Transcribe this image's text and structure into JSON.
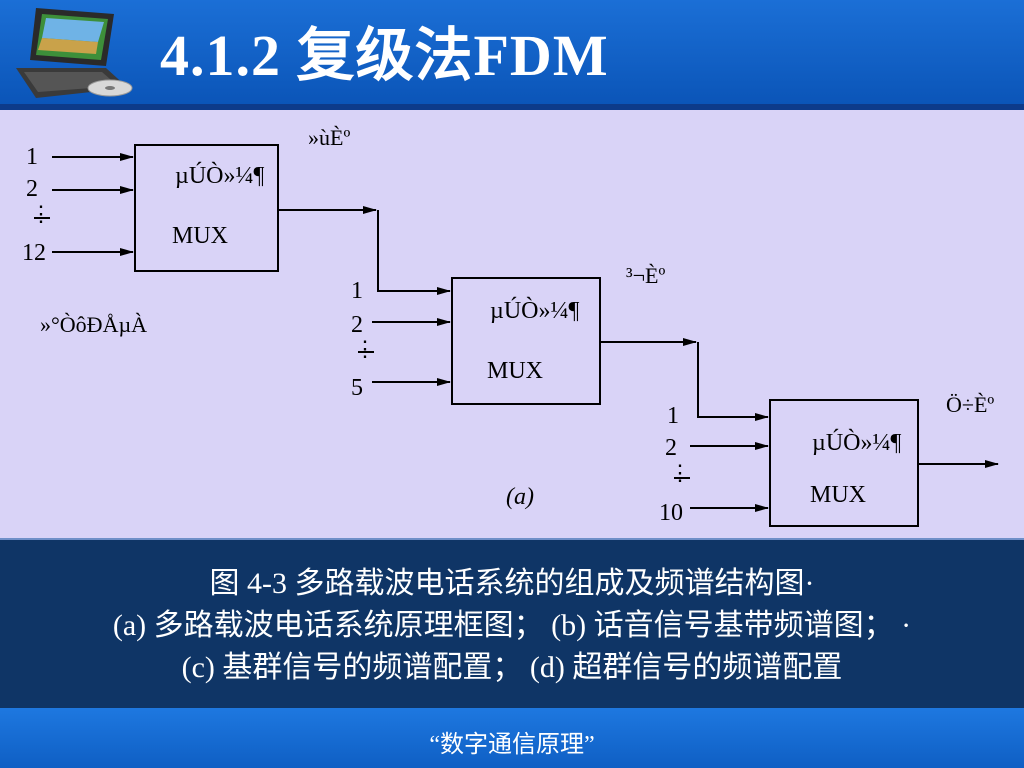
{
  "slide": {
    "title": "4.1.2 复级法FDM",
    "footer": "“数字通信原理”"
  },
  "diagram": {
    "label_a": "(a)",
    "stages": [
      {
        "name": "»ùÈº",
        "block_top": "µÚÒ»¼¶",
        "block_bottom": "MUX",
        "inputs": [
          "1",
          "2",
          "⋮",
          "12"
        ],
        "side_label": "»°ÒôÐÅµÀ"
      },
      {
        "name": "³¬Èº",
        "block_top": "µÚÒ»¼¶",
        "block_bottom": "MUX",
        "inputs": [
          "1",
          "2",
          "⋮",
          "5"
        ]
      },
      {
        "name": "Ö÷Èº",
        "block_top": "µÚÒ»¼¶",
        "block_bottom": "MUX",
        "inputs": [
          "1",
          "2",
          "⋮",
          "10"
        ]
      }
    ]
  },
  "caption": {
    "line1": "图 4-3 多路载波电话系统的组成及频谱结构图·",
    "line2": "(a) 多路载波电话系统原理框图； (b) 话音信号基带频谱图； ·",
    "line3": "(c) 基群信号的频谱配置； (d) 超群信号的频谱配置"
  }
}
